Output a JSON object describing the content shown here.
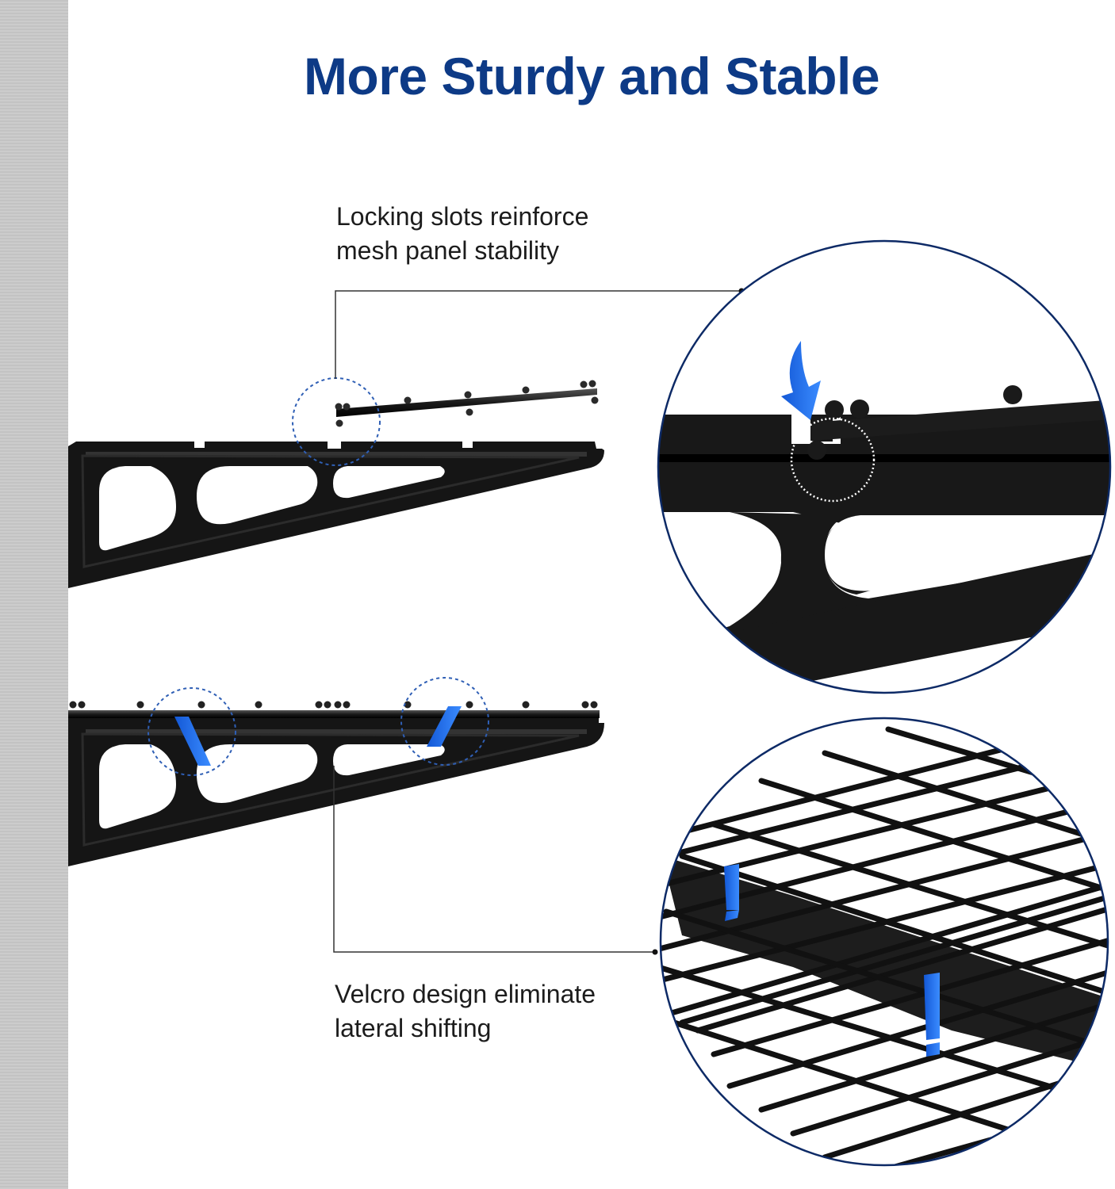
{
  "title": "More Sturdy and Stable",
  "callouts": [
    {
      "id": "locking-slots",
      "lines": [
        "Locking slots reinforce",
        "mesh panel stability"
      ],
      "detail": "Locking slot zoom view"
    },
    {
      "id": "velcro",
      "lines": [
        "Velcro design eliminate",
        "lateral shifting"
      ],
      "detail": "Velcro strap mesh zoom view"
    }
  ],
  "colors": {
    "title": "#0d3a86",
    "accent_blue": "#1f6fe8",
    "circle_outline": "#0d2a66",
    "bracket": "#151515",
    "wall": "#c9c9c9",
    "caption": "#1c1c1c"
  },
  "icons": [
    "down-arrow-icon",
    "velcro-strap-icon",
    "dotted-highlight-icon"
  ]
}
